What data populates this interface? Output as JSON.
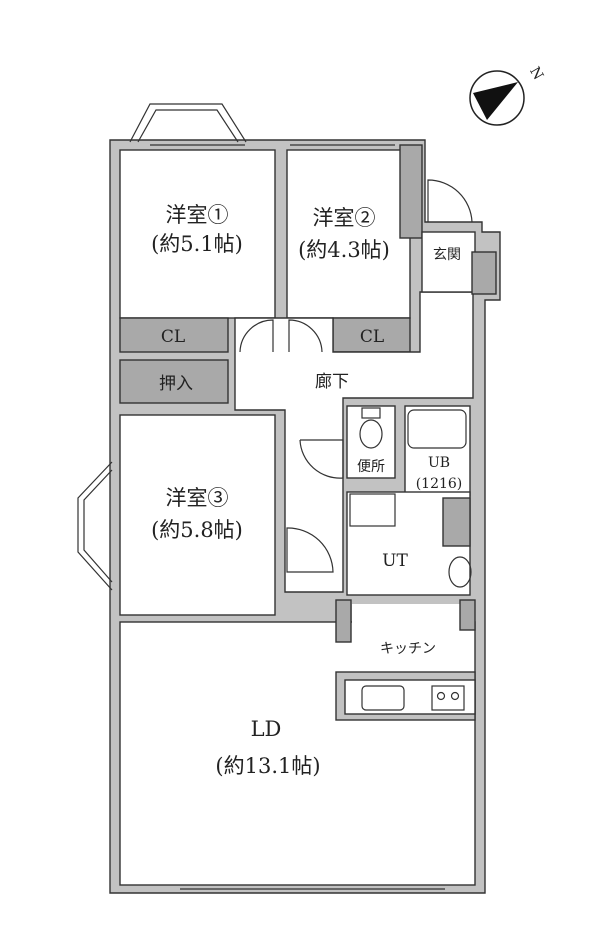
{
  "compass": {
    "north_label": "N"
  },
  "rooms": {
    "western1": {
      "name": "洋室①",
      "size": "(約5.1帖)"
    },
    "western2": {
      "name": "洋室②",
      "size": "(約4.3帖)"
    },
    "western3": {
      "name": "洋室③",
      "size": "(約5.8帖)"
    },
    "closet1": "CL",
    "closet2": "CL",
    "oshiire": "押入",
    "hallway": "廊下",
    "entrance": "玄関",
    "toilet": "便所",
    "bath": {
      "name": "UB",
      "size": "(1216)"
    },
    "utility": "UT",
    "kitchen": "キッチン",
    "ld": {
      "name": "LD",
      "size": "(約13.1帖)"
    }
  },
  "colors": {
    "wall": "#c2c2c2",
    "storage": "#a9a9a9",
    "line": "#333333"
  }
}
